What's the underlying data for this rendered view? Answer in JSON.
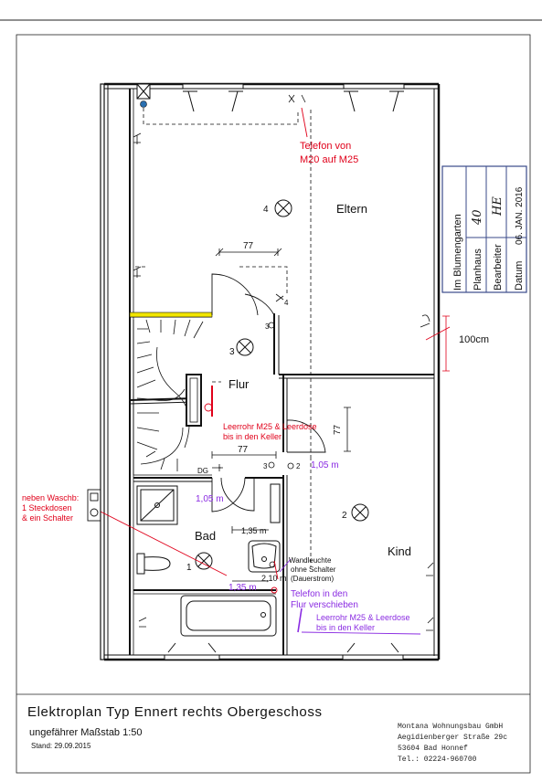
{
  "rooms": {
    "eltern": "Eltern",
    "flur": "Flur",
    "bad": "Bad",
    "kind": "Kind"
  },
  "lamp_numbers": {
    "eltern": "4",
    "flur": "3",
    "bad": "1",
    "kind": "2"
  },
  "switch_labels": {
    "s4": "4",
    "s3a": "3",
    "s3b": "3",
    "s2": "2",
    "dg": "DG",
    "s1": "1",
    "s2b": "2"
  },
  "dimensions": {
    "d77_top": "77",
    "d77_mid": "77",
    "d77_right": "77",
    "d100cm": "100cm",
    "h105_right": "1,05 m",
    "h105_left": "1,05 m",
    "h135_a": "1,35 m",
    "h135_b": "1,35 m",
    "h210": "2,10 m"
  },
  "annotations": {
    "telefon_1": "Telefon von",
    "telefon_2": "M20 auf M25",
    "leerrohr_flur_1": "Leerrohr M25 & Leerdose",
    "leerrohr_flur_2": "bis in den Keller",
    "waschb_1": "neben Waschb:",
    "waschb_2": "1 Steckdosen",
    "waschb_3": "& ein Schalter",
    "wandleuchte_1": "Wandleuchte",
    "wandleuchte_2": "ohne Schalter",
    "wandleuchte_3": "(Dauerstrom)",
    "telefon_flur_1": "Telefon in den",
    "telefon_flur_2": "Flur verschieben",
    "leerrohr_kind_1": "Leerrohr M25 & Leerdose",
    "leerrohr_kind_2": "bis in den Keller"
  },
  "stamp": {
    "street_label": "Im Blumengarten",
    "planhaus_label": "Planhaus",
    "planhaus_value": "40",
    "bearbeiter_label": "Bearbeiter",
    "bearbeiter_value": "HE",
    "datum_label": "Datum",
    "datum_value": "06. JAN. 2016"
  },
  "title_block": {
    "title": "Elektroplan Typ Ennert rechts Obergeschoss",
    "scale": "ungefährer Maßstab 1:50",
    "stand": "Stand: 29.09.2015",
    "company": "Montana Wohnungsbau GmbH",
    "street": "Aegidienberger Straße 29c",
    "city": "53604 Bad Honnef",
    "tel": "Tel.: 02224-960700"
  },
  "colors": {
    "annotation_red": "#e0001a",
    "annotation_purple": "#8a2be2",
    "stair_highlight": "#f2e600",
    "stamp_blue": "#3a4a8a"
  }
}
